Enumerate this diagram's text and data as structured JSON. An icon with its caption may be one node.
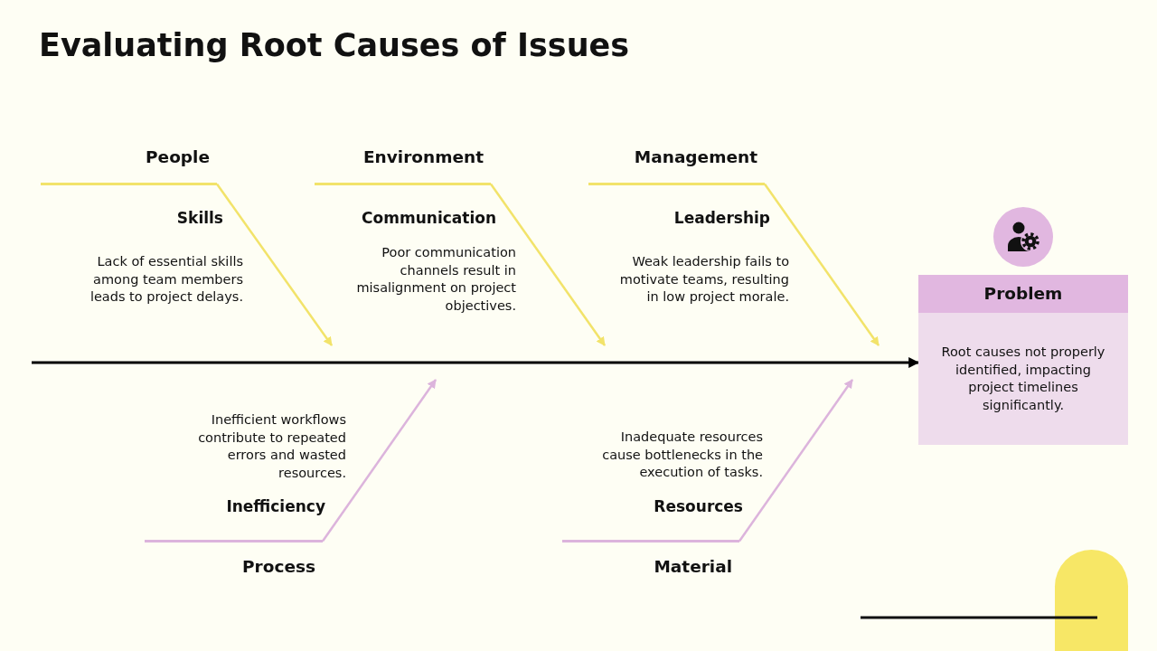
{
  "diagram": {
    "title": "Evaluating Root Causes of Issues",
    "nodes": [
      {
        "text": [
          "People"
        ]
      },
      {
        "text": [
          "Environment"
        ]
      },
      {
        "text": [
          "Management"
        ]
      },
      {
        "text": [
          "Problem",
          "Root causes not properly identified, impacting project timelines significantly."
        ]
      },
      {
        "text": [
          "Process"
        ]
      },
      {
        "text": [
          "Material"
        ]
      }
    ],
    "edges": [
      {
        "from": 0,
        "to": null,
        "arrow": "to"
      },
      {
        "from": 1,
        "to": null,
        "arrow": "to"
      },
      {
        "from": 2,
        "to": null,
        "arrow": "to"
      },
      {
        "from": 4,
        "to": null,
        "arrow": "to",
        "color": "#dcb4dc"
      },
      {
        "from": 5,
        "to": null,
        "arrow": "to",
        "color": "#dcb4dc"
      },
      {
        "from": null,
        "to": 3,
        "arrow": "to",
        "color": "#000000"
      }
    ],
    "labels": [
      "Skills",
      "Lack of essential skills among team members leads to project delays.",
      "Communication",
      "Poor communication channels result in misalignment on project objectives.",
      "Leadership",
      "Weak leadership fails to motivate teams, resulting in low project morale.",
      "Inefficient workflows contribute to repeated errors and wasted resources.",
      "Inefficiency",
      "Inadequate resources cause bottlenecks in the execution of tasks.",
      "Resources"
    ]
  }
}
